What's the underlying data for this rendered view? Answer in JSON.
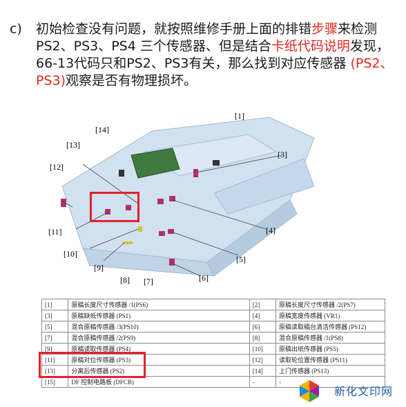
{
  "paragraph": {
    "marker": "c)",
    "segments": [
      {
        "text": "初始检查没有问题，就按照维修手册上面的排错",
        "color": "#1a1a1a"
      },
      {
        "text": "步骤",
        "color": "#e0281f"
      },
      {
        "text": "来检测PS2、PS3、PS4 三个传感器、但是结合",
        "color": "#1a1a1a"
      },
      {
        "text": "卡纸代码说明",
        "color": "#e0281f"
      },
      {
        "text": "发现，66-13代码只和PS2、PS3有关，那么找到对应传感器 ",
        "color": "#1a1a1a"
      },
      {
        "text": "(PS2、PS3)",
        "color": "#e0281f"
      },
      {
        "text": "观察是否有物理损坏。",
        "color": "#1a1a1a"
      }
    ]
  },
  "diagram": {
    "callouts": [
      "[1]",
      "[3]",
      "[4]",
      "[5]",
      "[6]",
      "[7]",
      "[8]",
      "[9]",
      "[10]",
      "[11]",
      "[12]",
      "[13]",
      "[14]"
    ]
  },
  "table": {
    "rows": [
      [
        "[1]",
        "原稿长度尺寸传感器 /1(PS6)",
        "[2]",
        "原稿长度尺寸传感器 /2(PS7)"
      ],
      [
        "[3]",
        "原稿缺纸传感器 (PS1)",
        "[4]",
        "原稿宽度传感器 (VR1)"
      ],
      [
        "[5]",
        "混合原稿传感器 /3(PS10)",
        "[6]",
        "原稿读取稿台清洁传感器 (PS12)"
      ],
      [
        "[7]",
        "混合原稿传感器 /2(PS9)",
        "[8]",
        "混合原稿传感器 /1(PS8)"
      ],
      [
        "[9]",
        "原稿读取传感器 (PS4)",
        "[10]",
        "原稿出纸传感器 (PS5)"
      ],
      [
        "[11]",
        "原稿对位传感器 (PS3)",
        "[12]",
        "读取轮位置传感器 (PS11)"
      ],
      [
        "[13]",
        "分离后传感器 (PS2)",
        "[14]",
        "上门传感器 (PS13)"
      ],
      [
        "[15]",
        "DF 控制电路板 (DFCB)",
        "-",
        "-"
      ]
    ]
  },
  "watermark": {
    "text": "新化文印网"
  },
  "colors": {
    "highlight": "#e0281f",
    "box": "#e3202a",
    "logo": "#1e5aa8"
  }
}
